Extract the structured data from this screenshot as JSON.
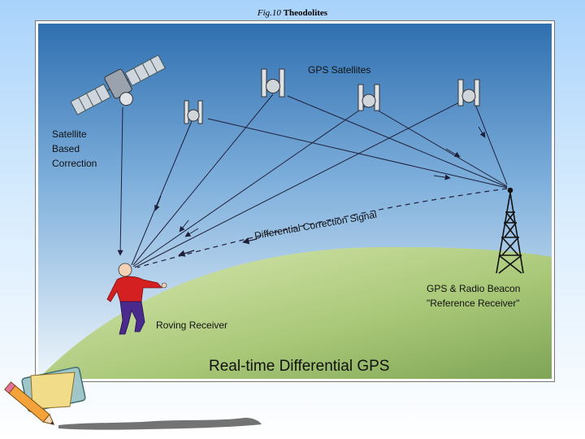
{
  "caption": {
    "figure_label": "Fig.10",
    "title": "Theodolites"
  },
  "diagram": {
    "title": "Real-time Differential GPS",
    "labels": {
      "gps_satellites": "GPS Satellites",
      "satellite_based_correction": [
        "Satellite",
        "Based",
        "Correction"
      ],
      "differential_correction_signal": "Differential Correction Signal",
      "reference_station": [
        "GPS & Radio Beacon",
        "\"Reference Receiver\""
      ],
      "roving_receiver": "Roving Receiver"
    }
  },
  "colors": {
    "sky_top": "#2f6fb0",
    "sky_bottom": "#e9f2fa",
    "ground_light": "#c7dc95",
    "ground_dark": "#7ea455",
    "signal_line": "#1f1f3a",
    "person_shirt": "#d42020",
    "person_pants": "#4a2a8c"
  },
  "icons": [
    "correction-satellite-icon",
    "gps-satellite-icon",
    "radio-tower-icon",
    "person-icon",
    "pencil-ruler-icon"
  ]
}
